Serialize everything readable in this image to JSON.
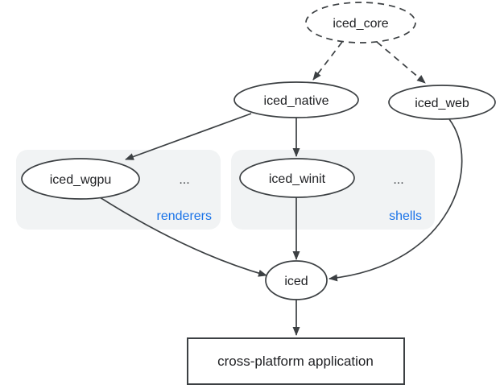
{
  "diagram": {
    "nodes": {
      "iced_core": {
        "label": "iced_core",
        "shape": "ellipse",
        "border": "dashed"
      },
      "iced_native": {
        "label": "iced_native",
        "shape": "ellipse",
        "border": "solid"
      },
      "iced_web": {
        "label": "iced_web",
        "shape": "ellipse",
        "border": "solid"
      },
      "iced_wgpu": {
        "label": "iced_wgpu",
        "shape": "ellipse",
        "border": "solid",
        "group": "renderers"
      },
      "iced_winit": {
        "label": "iced_winit",
        "shape": "ellipse",
        "border": "solid",
        "group": "shells"
      },
      "iced": {
        "label": "iced",
        "shape": "ellipse",
        "border": "solid"
      },
      "app": {
        "label": "cross-platform application",
        "shape": "rect",
        "border": "solid"
      }
    },
    "groups": {
      "renderers": {
        "label": "renderers",
        "ellipsis": "..."
      },
      "shells": {
        "label": "shells",
        "ellipsis": "..."
      }
    },
    "edges": [
      {
        "from": "iced_core",
        "to": "iced_native",
        "style": "dashed"
      },
      {
        "from": "iced_core",
        "to": "iced_web",
        "style": "dashed"
      },
      {
        "from": "iced_native",
        "to": "iced_wgpu",
        "style": "solid"
      },
      {
        "from": "iced_native",
        "to": "iced_winit",
        "style": "solid"
      },
      {
        "from": "iced_wgpu",
        "to": "iced",
        "style": "solid"
      },
      {
        "from": "iced_winit",
        "to": "iced",
        "style": "solid"
      },
      {
        "from": "iced_web",
        "to": "iced",
        "style": "solid"
      },
      {
        "from": "iced",
        "to": "app",
        "style": "solid"
      }
    ],
    "colors": {
      "stroke": "#3c4043",
      "text": "#202124",
      "group_fill": "#f1f3f4",
      "accent_blue": "#1a73e8",
      "node_fill": "#ffffff",
      "background": "#ffffff"
    }
  }
}
